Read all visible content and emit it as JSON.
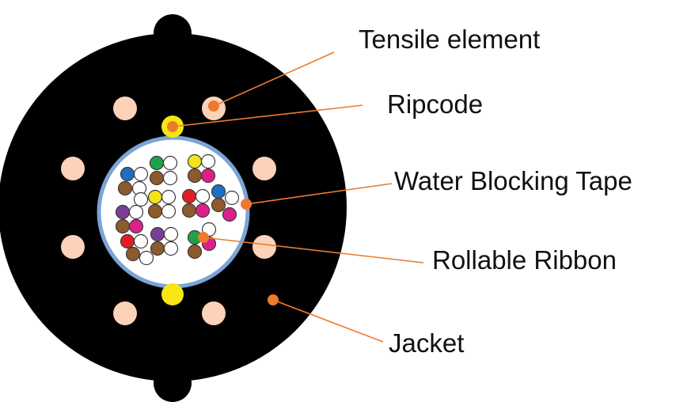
{
  "labels": {
    "tensile_element": "Tensile element",
    "ripcode": "Ripcode",
    "water_blocking_tape": "Water Blocking Tape",
    "rollable_ribbon": "Rollable Ribbon",
    "jacket": "Jacket"
  },
  "colors": {
    "jacket": "#000000",
    "tensile_element": "#fcd2b8",
    "ripcord": "#f7e514",
    "tape_ring": "#7ba4d4",
    "leader": "#ee7a2e",
    "leader_dot": "#ee7a2e"
  },
  "fibers": {
    "colors": {
      "blue": "#1e6fbf",
      "green": "#1ea24a",
      "yellow": "#f4e21b",
      "red": "#e31d25",
      "purple": "#7a3e98",
      "brown": "#8c5a2b",
      "magenta": "#dd1f8a",
      "white": "#ffffff"
    }
  }
}
